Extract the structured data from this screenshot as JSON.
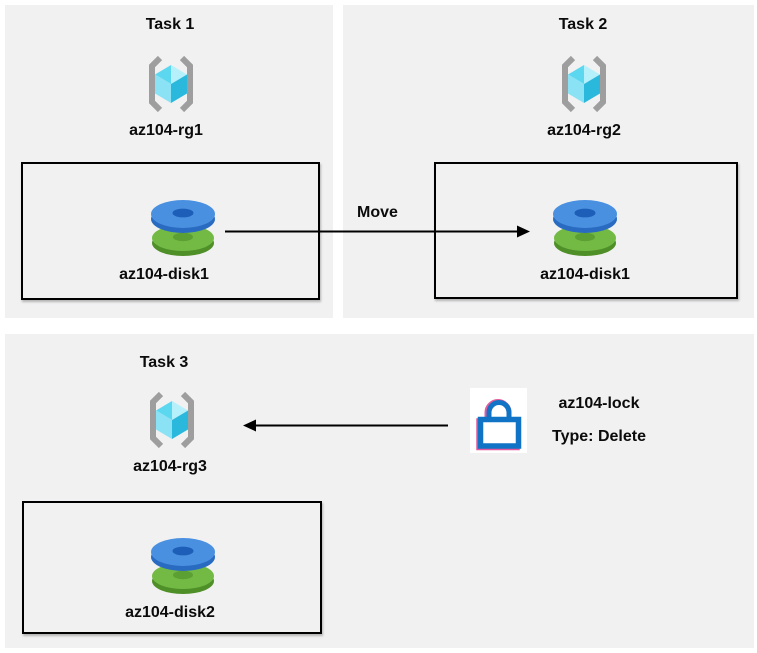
{
  "colors": {
    "panel_background": "#f1f1f2",
    "box_border": "#000000",
    "arrow": "#000000",
    "text": "#0b0b0b",
    "bracket_gray": "#9e9e9e",
    "cube_cyan_pale": "#b6f1fb",
    "cube_cyan": "#5cd7f0",
    "cube_cyan_light": "#8ae2f4",
    "cube_cyan_dark": "#2ab9dc",
    "disk_blue": "#4a90e0",
    "disk_blue_rim": "#2a6bc2",
    "disk_blue_hole": "#1d5fb8",
    "disk_green": "#73ba45",
    "disk_green_rim": "#4f8f28",
    "disk_green_hole": "#5c9f33",
    "lock_blue": "#1173c5",
    "lock_pink": "#e25a9c",
    "lock_tile_background": "#ffffff"
  },
  "tasks": [
    {
      "title": "Task 1",
      "resource_group": "az104-rg1",
      "disk": "az104-disk1"
    },
    {
      "title": "Task 2",
      "resource_group": "az104-rg2",
      "disk": "az104-disk1"
    },
    {
      "title": "Task 3",
      "resource_group": "az104-rg3",
      "disk": "az104-disk2"
    }
  ],
  "move_arrow": {
    "label": "Move"
  },
  "lock": {
    "name": "az104-lock",
    "type": "Type: Delete"
  }
}
